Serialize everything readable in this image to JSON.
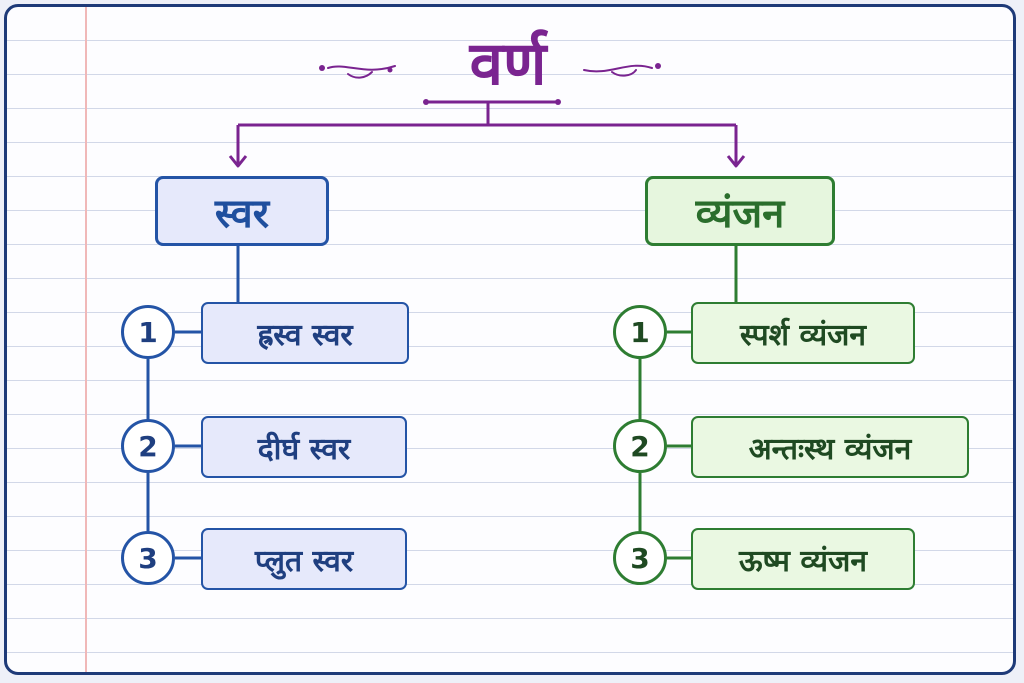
{
  "title": "वर्ण",
  "colors": {
    "title": "#7a2490",
    "left_accent": "#2454a6",
    "right_accent": "#2e7d32"
  },
  "left": {
    "heading": "स्वर",
    "items": [
      {
        "number": "1",
        "label": "ह्रस्व स्वर"
      },
      {
        "number": "2",
        "label": "दीर्घ स्वर"
      },
      {
        "number": "3",
        "label": "प्लुत स्वर"
      }
    ]
  },
  "right": {
    "heading": "व्यंजन",
    "items": [
      {
        "number": "1",
        "label": "स्पर्श व्यंजन"
      },
      {
        "number": "2",
        "label": "अन्तःस्थ व्यंजन"
      },
      {
        "number": "3",
        "label": "ऊष्म व्यंजन"
      }
    ]
  }
}
